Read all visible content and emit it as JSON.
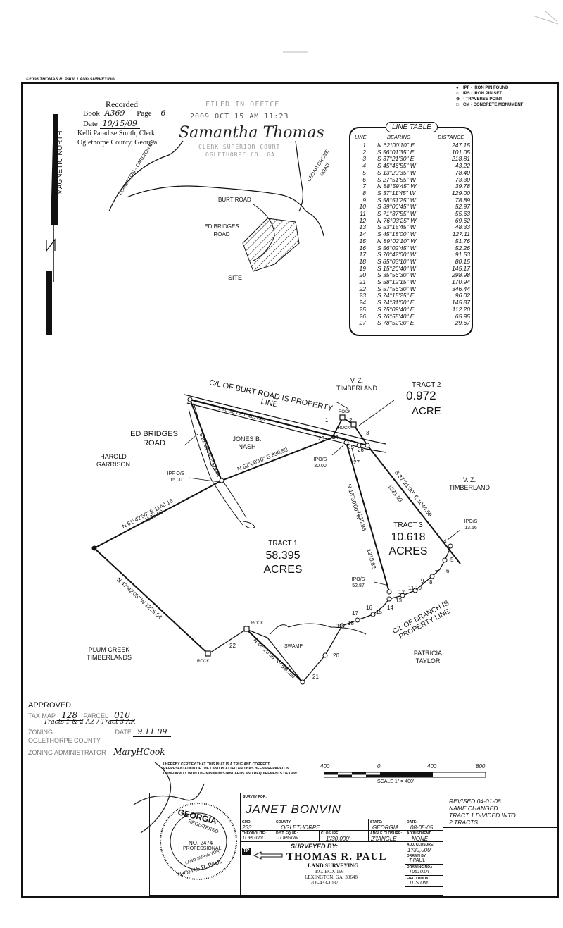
{
  "copyright": "©2006 THOMAS R. PAUL LAND SURVEYING",
  "legend": [
    {
      "symbol": "●",
      "text": "IPF - IRON PIN FOUND"
    },
    {
      "symbol": "○",
      "text": "IPS - IRON PIN SET"
    },
    {
      "symbol": "⊘",
      "text": "- TRAVERSE POINT"
    },
    {
      "symbol": "□",
      "text": "CM - CONCRETE MONUMENT"
    }
  ],
  "recording": {
    "title": "Recorded",
    "book_label": "Book",
    "book_value": "A369",
    "page_label": "Page",
    "page_value": "6",
    "date_label": "Date",
    "date_value": "10/15/09",
    "clerk_line": "Kelli Paradise Smith, Clerk",
    "county_line": "Oglethorpe County, Georgia"
  },
  "filed_stamp": {
    "line1": "FILED IN OFFICE",
    "line2": "2009 OCT 15 AM 11:23",
    "line3": "CLERK SUPERIOR COURT",
    "line4": "OGLETHORPE CO. GA.",
    "signature": "Samantha Thomas"
  },
  "vicinity": {
    "north": "MAGNETIC NORTH",
    "lexington_road": "LEXINGTON - CARLTON RD",
    "cedar_grove": "CEDAR GROVE ROAD",
    "burt_road": "BURT ROAD",
    "ed_bridges": "ED BRIDGES ROAD",
    "site": "SITE"
  },
  "line_table": {
    "title": "LINE TABLE",
    "headers": [
      "LINE",
      "BEARING",
      "DISTANCE"
    ],
    "rows": [
      [
        "1",
        "N 62°00'10\" E",
        "247.15"
      ],
      [
        "2",
        "S 56°01'35\" E",
        "101.05"
      ],
      [
        "3",
        "S 37°21'30\" E",
        "218.81"
      ],
      [
        "4",
        "S 45°46'55\" W",
        "43.22"
      ],
      [
        "5",
        "S 13°20'35\" W",
        "78.40"
      ],
      [
        "6",
        "S 27°51'55\" W",
        "73.30"
      ],
      [
        "7",
        "N 88°59'45\" W",
        "39.78"
      ],
      [
        "8",
        "S 37°11'45\" W",
        "129.00"
      ],
      [
        "9",
        "S 58°51'25\" W",
        "78.89"
      ],
      [
        "10",
        "S 39°06'45\" W",
        "52.97"
      ],
      [
        "11",
        "S 71°37'55\" W",
        "55.63"
      ],
      [
        "12",
        "N 76°03'25\" W",
        "69.62"
      ],
      [
        "13",
        "S 53°15'45\" W",
        "48.33"
      ],
      [
        "14",
        "S 45°18'00\" W",
        "127.11"
      ],
      [
        "15",
        "N 89°02'10\" W",
        "51.76"
      ],
      [
        "16",
        "S 56°02'45\" W",
        "52.26"
      ],
      [
        "17",
        "S 70°42'00\" W",
        "91.53"
      ],
      [
        "18",
        "S 85°03'10\" W",
        "80.15"
      ],
      [
        "19",
        "S 15°26'40\" W",
        "145.17"
      ],
      [
        "20",
        "S 35°56'30\" W",
        "298.98"
      ],
      [
        "21",
        "S 58°12'15\" W",
        "170.94"
      ],
      [
        "22",
        "S 57°56'30\" W",
        "346.44"
      ],
      [
        "23",
        "S 74°15'25\" E",
        "96.02"
      ],
      [
        "24",
        "S 74°31'00\" E",
        "145.87"
      ],
      [
        "25",
        "S 75°09'40\" E",
        "112.20"
      ],
      [
        "26",
        "S 76°55'40\" E",
        "65.95"
      ],
      [
        "27",
        "S 78°52'20\" E",
        "29.67"
      ]
    ]
  },
  "plat": {
    "burt_road_cl": "C/L OF BURT ROAD IS PROPERTY LINE",
    "vz_top": "V. Z. TIMBERLAND",
    "tract2_label": "TRACT 2",
    "tract2_area": "0.972",
    "tract2_unit": "ACRE",
    "ed_bridges": "ED BRIDGES ROAD",
    "harold": "HAROLD GARRISON",
    "jones": "JONES B. NASH",
    "ipf": "IPF O/S 15.00",
    "ipo_30": "IPO/S 30.00",
    "ipo_1356": "IPO/S 13.56",
    "ipo_5287": "IPO/S 52.87",
    "vz_right": "V. Z. TIMBERLAND",
    "tract1_label": "TRACT 1",
    "tract1_area": "58.395",
    "tract1_unit": "ACRES",
    "tract3_label": "TRACT 3",
    "tract3_area": "10.618",
    "tract3_unit": "ACRES",
    "branch_cl": "C/L OF BRANCH IS PROPERTY LINE",
    "patricia": "PATRICIA TAYLOR",
    "plum": "PLUM CREEK TIMBERLANDS",
    "swamp": "SWAMP",
    "rock": "ROCK",
    "b_top": "S 76°13'15\" E 1011.94",
    "b_nash_w": "S 21°34'35\" E 578.44",
    "b_main": "N 62°00'10\" E 830.52",
    "b_west1": "N 61°42'50\" E 1140.16",
    "b_west2": "1125.00",
    "b_tract3_w1": "N 16°30'00\" W",
    "b_tract3_w2": "1235.96",
    "b_tract3_w3": "1318.82",
    "b_tract3_e1": "S 37°21'30\" E 1044.59",
    "b_tract3_e2": "1031.03",
    "b_sw1": "N 47°42'05\" W 1225.54",
    "b_south": "N 48°20'05\" W 580.80",
    "line_numbers": [
      "1",
      "2",
      "3",
      "4",
      "5",
      "6",
      "7",
      "8",
      "9",
      "10",
      "11",
      "12",
      "13",
      "14",
      "15",
      "16",
      "17",
      "18",
      "19",
      "20",
      "21",
      "22",
      "23",
      "24",
      "25",
      "26",
      "27"
    ]
  },
  "approval": {
    "approved": "APPROVED",
    "tax_map_label": "TAX MAP",
    "tax_map_value": "128",
    "parcel_label": "PARCEL",
    "parcel_value": "010",
    "tracts_note": "Tracts 1 & 2 AZ / Tract 3 AR",
    "zoning_label": "ZONING",
    "date_label": "DATE",
    "date_value": "9.11.09",
    "county": "OGLETHORPE COUNTY",
    "admin_label": "ZONING ADMINISTRATOR",
    "admin_sig": "MaryHCook"
  },
  "certification": "I HEREBY CERTIFY THAT THIS PLAT IS A TRUE AND CORRECT REPRESENTATION OF THE LAND PLATTED AND HAS BEEN PREPARED IN CONFORMITY WITH THE MINIMUM STANDARDS AND REQUIREMENTS OF LAW.",
  "scale": {
    "labels": [
      "400",
      "0",
      "400",
      "800"
    ],
    "text": "SCALE 1\" = 400'"
  },
  "seal": {
    "state": "GEORGIA",
    "registered": "REGISTERED",
    "number": "NO. 2474",
    "professional": "PROFESSIONAL",
    "land_surveyor": "LAND SURVEYOR",
    "name": "THOMAS R. PAUL"
  },
  "title_block": {
    "survey_for_label": "SURVEY FOR:",
    "survey_for": "JANET BONVIN",
    "gmd_label": "GMD:",
    "gmd": "233",
    "county_label": "COUNTY:",
    "county": "OGLETHORPE",
    "state_label": "STATE:",
    "state": "GEORGIA",
    "date_label": "DATE:",
    "date": "08-05-05",
    "theodolite_label": "THEODOLITE:",
    "theodolite": "TOPGUN",
    "dist_label": "DIST. EQUIP.:",
    "dist": "TOPGUN",
    "closure_label": "CLOSURE:",
    "closure": "1'/30,000'",
    "angle_label": "ANGLE CLOSURE:",
    "angle": "2\"/ANGLE",
    "adjustment_label": "ADJUSTMENT:",
    "adjustment": "NONE",
    "adj_closure_label": "ADJ. CLOSURE:",
    "adj_closure": "1'/30,000'",
    "surveyed_by": "SURVEYED BY:",
    "firm": "THOMAS R. PAUL",
    "firm_sub": "LAND SURVEYING",
    "box": "P.O. BOX 196",
    "city": "LEXINGTON, GA. 30648",
    "phone": "706-433-1037",
    "drawn_label": "DRAWN BY:",
    "drawn": "T.PAUL",
    "drawing_label": "DRAWING NO.:",
    "drawing": "T05101A",
    "field_label": "FIELD BOOK:",
    "field": "TDS DM",
    "logo": "TP",
    "revision1": "REVISED 04-01-08",
    "revision2": "NAME CHANGED",
    "revision3": "TRACT 1 DIVIDED INTO",
    "revision4": "2 TRACTS"
  }
}
